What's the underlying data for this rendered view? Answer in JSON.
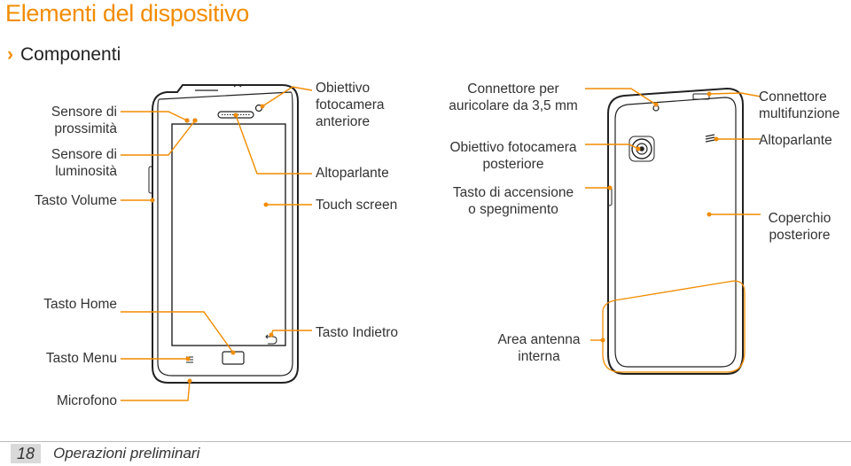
{
  "page": {
    "title": "Elementi del dispositivo",
    "section": "Componenti",
    "section_marker": "›",
    "page_number": "18",
    "footer_text": "Operazioni preliminari"
  },
  "front_labels": {
    "proximity_sensor": "Sensore di\nprossimità",
    "light_sensor": "Sensore di\nluminosità",
    "volume_key": "Tasto Volume",
    "front_camera": "Obiettivo\nfotocamera\nanteriore",
    "speaker": "Altoparlante",
    "touch_screen": "Touch screen",
    "home_key": "Tasto Home",
    "menu_key": "Tasto Menu",
    "microphone": "Microfono",
    "back_key": "Tasto Indietro"
  },
  "rear_labels": {
    "headset_jack": "Connettore per\nauricolare da 3,5 mm",
    "rear_camera": "Obiettivo fotocamera\nposteriore",
    "power_key": "Tasto di accensione\no spegnimento",
    "multifunction_jack": "Connettore\nmultifunzione",
    "speaker": "Altoparlante",
    "back_cover": "Coperchio\nposteriore",
    "antenna": "Area antenna\ninterna"
  },
  "colors": {
    "accent": "#f28c00",
    "outline": "#222222",
    "screen": "#ffffff"
  }
}
